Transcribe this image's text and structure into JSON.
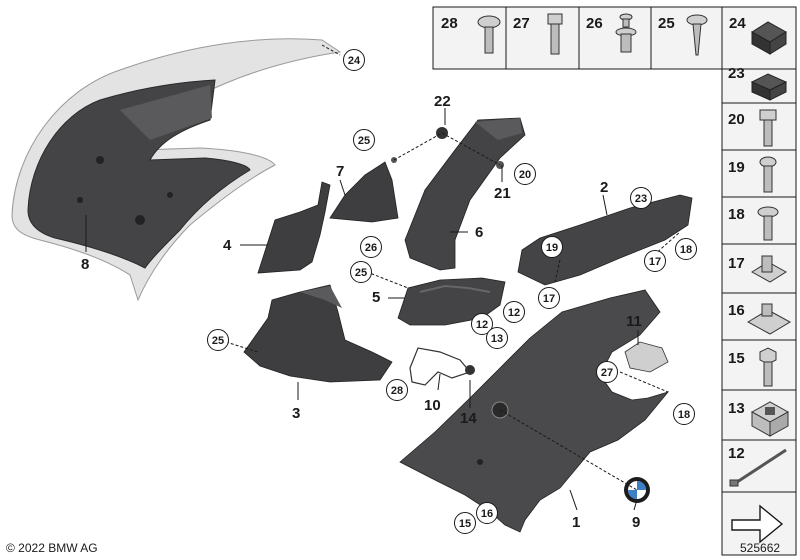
{
  "copyright": "© 2022 BMW AG",
  "diagram_id": "525662",
  "callouts": {
    "c1": "1",
    "c2": "2",
    "c3": "3",
    "c4": "4",
    "c5": "5",
    "c6": "6",
    "c7": "7",
    "c8": "8",
    "c9": "9",
    "c10": "10",
    "c11": "11",
    "c14": "14",
    "c21": "21",
    "c22": "22"
  },
  "circle_callouts": {
    "a24": "24",
    "a25a": "25",
    "a25b": "25",
    "a25c": "25",
    "a26": "26",
    "a20": "20",
    "a23": "23",
    "a19": "19",
    "a18a": "18",
    "a17a": "17",
    "a17b": "17",
    "a12a": "12",
    "a12b": "12",
    "a13": "13",
    "a27": "27",
    "a28": "28",
    "a18b": "18",
    "a16": "16",
    "a15": "15"
  },
  "top_table": [
    "28",
    "27",
    "26",
    "25",
    "24"
  ],
  "side_table": [
    "23",
    "20",
    "19",
    "18",
    "17",
    "16",
    "15",
    "13",
    "12"
  ],
  "colors": {
    "part_dark": "#3e3e40",
    "part_mid": "#5a5a5c",
    "part_light": "#d9d9d9",
    "line": "#1a1a1a",
    "table_bg": "#f3f3f3"
  }
}
